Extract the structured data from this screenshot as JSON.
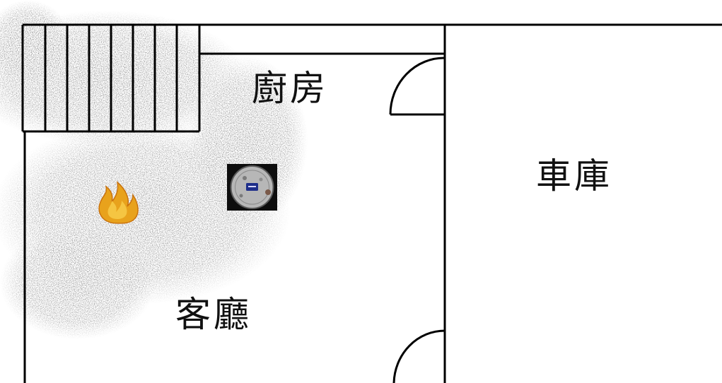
{
  "rooms": {
    "kitchen": "廚房",
    "garage": "車庫",
    "living_room": "客廳"
  },
  "colors": {
    "wall": "#000000",
    "smoke": "#2b2b2b",
    "flame_outer": "#e8a21c",
    "flame_inner": "#f5c542",
    "detector_body": "#b7b7b7",
    "detector_badge": "#1f2f8a"
  },
  "icons": {
    "fire": "fire-icon",
    "smoke_detector": "smoke-detector-icon",
    "smoke": "smoke-cloud"
  }
}
